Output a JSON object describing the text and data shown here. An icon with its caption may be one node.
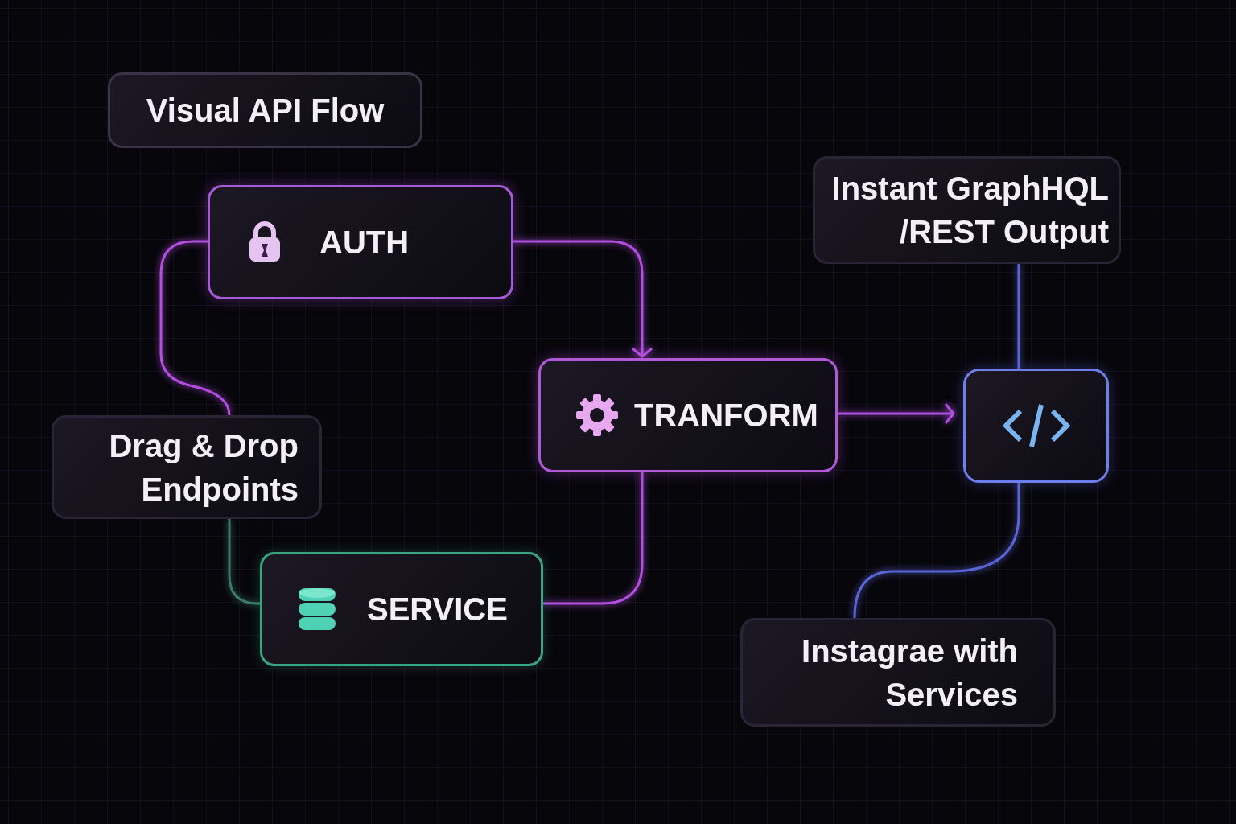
{
  "diagram": {
    "nodes": [
      {
        "text": [
          "Visual API Flow"
        ]
      },
      {
        "text": [
          "AUTH"
        ]
      },
      {
        "text": [
          "Drag & Drop Endpoints"
        ]
      },
      {
        "text": [
          "TRANFORM"
        ]
      },
      {
        "text": [
          "SERVICE"
        ]
      },
      {
        "text": [
          "Instant GraphHQL /REST Output"
        ]
      },
      {
        "text": [],
        "shape": "box"
      },
      {
        "text": [
          "Instagrae with Services"
        ]
      }
    ],
    "edges": [
      {
        "from": 1,
        "to": 3,
        "arrow": "to"
      },
      {
        "from": 1,
        "to": 2,
        "arrow": "none"
      },
      {
        "from": 2,
        "to": 4,
        "arrow": "none",
        "color": "#3d7a68"
      },
      {
        "from": 3,
        "to": 4,
        "arrow": "none"
      },
      {
        "from": 3,
        "to": 6,
        "arrow": "to"
      },
      {
        "from": 5,
        "to": 6,
        "arrow": "none",
        "color": "#5a66d8"
      },
      {
        "from": 6,
        "to": 7,
        "arrow": "none",
        "color": "#5a66d8"
      }
    ]
  }
}
